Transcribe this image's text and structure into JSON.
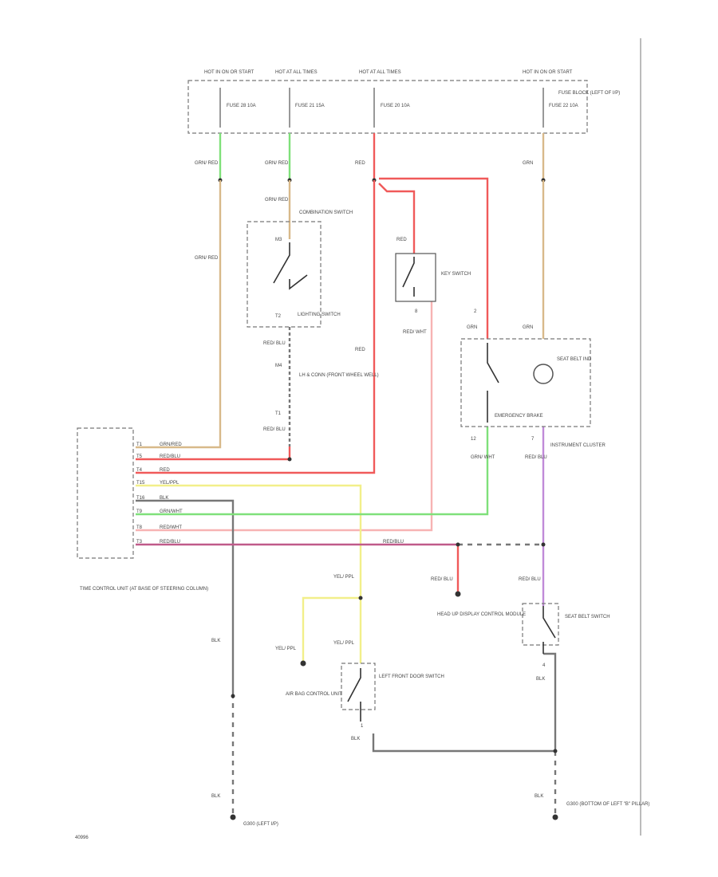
{
  "colors": {
    "tan": "#d8b98a",
    "red": "#f05a5a",
    "pink": "#f7b3b3",
    "yellow": "#f2ef8a",
    "green": "#7fe07a",
    "black": "#555555",
    "purple": "#c08ad8",
    "magenta": "#c05a8a"
  },
  "fuse_block": {
    "label": "FUSE BLOCK (LEFT OF I/P)",
    "hots": [
      "HOT IN ON OR START",
      "HOT AT ALL TIMES",
      "HOT AT ALL TIMES",
      "HOT IN ON OR START"
    ],
    "fuses": [
      "FUSE 28 10A",
      "FUSE 21 15A",
      "FUSE 20 10A",
      "FUSE 22 10A"
    ]
  },
  "wires": {
    "w1": "GRN/ RED",
    "w2": "GRN/ RED",
    "w3": "RED",
    "w4": "GRN",
    "w5": "GRN/ RED",
    "w6": "GRN/ RED",
    "w7": "RED",
    "w8": "RED/ WHT",
    "w9": "RED/ BLU",
    "w10": "RED/ BLU",
    "w11": "RED",
    "w12": "GRN",
    "w13": "GRN/ WHT",
    "w14": "RED/ BLU",
    "w15": "YEL/ PPL",
    "w16": "YEL/ PPL",
    "w17": "YEL/ PPL",
    "w18": "RED/ BLU",
    "w19": "RED/ BLU",
    "w20": "BLK",
    "w21": "BLK",
    "w22": "BLK",
    "w23": "BLK",
    "w24": "BLK",
    "w25": "RED/BLU"
  },
  "components": {
    "combination_switch": "COMBINATION SWITCH",
    "lighting_switch": "LIGHTING SWITCH",
    "key_switch": "KEY SWITCH",
    "lh_connector": "LH & CONN (FRONT WHEEL WELL)",
    "seat_belt_ind": "SEAT BELT IND",
    "emergency": "EMERGENCY BRAKE",
    "instrument_cluster": "INSTRUMENT CLUSTER",
    "time_control_unit": "TIME CONTROL UNIT (AT BASE OF STEERING COLUMN)",
    "heads_up_display": "HEAD UP DISPLAY CONTROL MODULE",
    "seat_belt_switch": "SEAT BELT SWITCH",
    "airbag_unit": "AIR BAG CONTROL UNIT",
    "door_switch": "LEFT FRONT DOOR SWITCH",
    "ground_left": "G300 (LEFT I/P)",
    "ground_right": "G300 (BOTTOM OF LEFT \"B\" PILLAR)"
  },
  "tcu_pins": {
    "wire_labels": [
      "GRN/RED",
      "RED/BLU",
      "RED",
      "YEL/PPL",
      "BLK",
      "GRN/WHT",
      "RED/WHT",
      "RED/BLU"
    ],
    "pin_numbers": [
      "T1",
      "T5",
      "T4",
      "T15",
      "T16",
      "T9",
      "T8",
      "T3"
    ]
  },
  "pins": {
    "p1": "M3",
    "p2": "T2",
    "p3": "M4",
    "p4": "T1",
    "p5": "8",
    "p6": "12",
    "p7": "7",
    "p8": "2",
    "p9": "1",
    "p10": "4"
  },
  "figure_code": "40996"
}
